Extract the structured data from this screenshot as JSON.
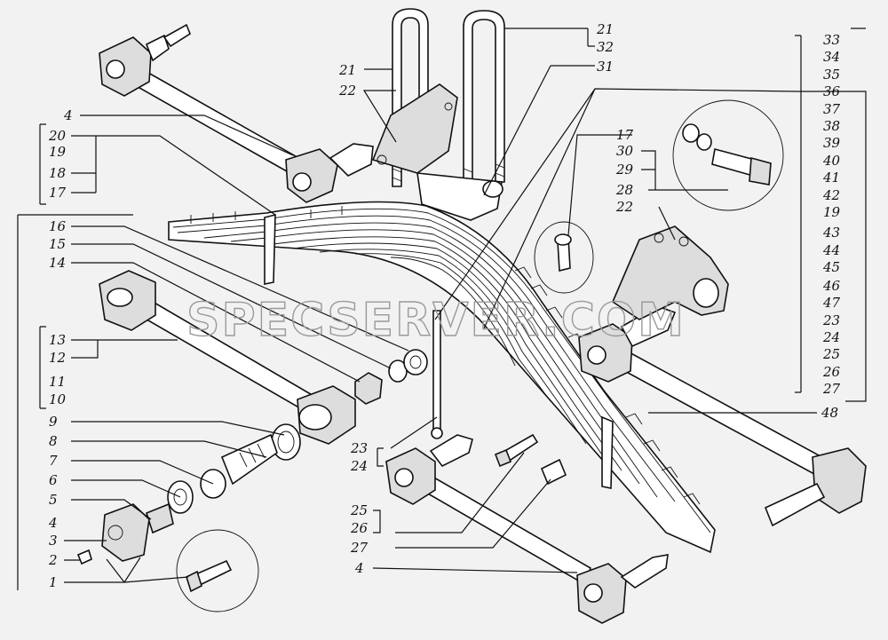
{
  "watermark": "SPECSERVER.COM",
  "labels": {
    "l21a": "21",
    "l32": "32",
    "l31": "31",
    "l21b": "21",
    "l22a": "22",
    "l4a": "4",
    "l20": "20",
    "l19": "19",
    "l18": "18",
    "l17a": "17",
    "l16": "16",
    "l15": "15",
    "l14": "14",
    "l13": "13",
    "l12": "12",
    "l11": "11",
    "l10": "10",
    "l9": "9",
    "l8": "8",
    "l7": "7",
    "l6": "6",
    "l5": "5",
    "l4b": "4",
    "l3": "3",
    "l2": "2",
    "l1": "1",
    "l17b": "17",
    "l30": "30",
    "l29": "29",
    "l28": "28",
    "l22b": "22",
    "l23a": "23",
    "l24a": "24",
    "l25a": "25",
    "l26a": "26",
    "l27a": "27",
    "l4c": "4",
    "l48": "48",
    "r33": "33",
    "r34": "34",
    "r35": "35",
    "r36": "36",
    "r37": "37",
    "r38": "38",
    "r39": "39",
    "r40": "40",
    "r41": "41",
    "r42": "42",
    "r19": "19",
    "r43": "43",
    "r44": "44",
    "r45": "45",
    "r46": "46",
    "r47": "47",
    "r23": "23",
    "r24": "24",
    "r25": "25",
    "r26": "26",
    "r27": "27"
  }
}
